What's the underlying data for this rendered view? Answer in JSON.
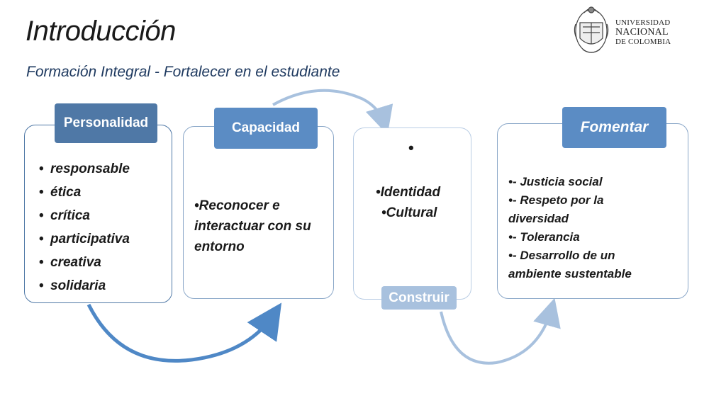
{
  "slide": {
    "title": "Introducción",
    "subtitle": "Formación Integral  - Fortalecer en el estudiante"
  },
  "logo": {
    "line1": "UNIVERSIDAD",
    "line2": "NACIONAL",
    "line3": "DE COLOMBIA"
  },
  "cards": {
    "personalidad": {
      "tab": "Personalidad",
      "items": [
        "responsable",
        "ética",
        "crítica",
        "participativa",
        "creativa",
        "solidaria"
      ]
    },
    "capacidad": {
      "tab": "Capacidad",
      "lines": [
        "•Reconocer e",
        "interactuar con su",
        "entorno"
      ]
    },
    "construir": {
      "tab": "Construir",
      "bullet": "•",
      "lines": [
        "•Identidad",
        "•Cultural"
      ]
    },
    "fomentar": {
      "tab": "Fomentar",
      "lines": [
        "•- Justicia social",
        "•- Respeto por la",
        "diversidad",
        "•- Tolerancia",
        "•- Desarrollo de un",
        "ambiente sustentable"
      ]
    }
  },
  "colors": {
    "dark_blue": "#4f78a6",
    "mid_blue": "#5b8cc4",
    "light_blue": "#a8c1de",
    "card_border": "#8aa7c8"
  }
}
